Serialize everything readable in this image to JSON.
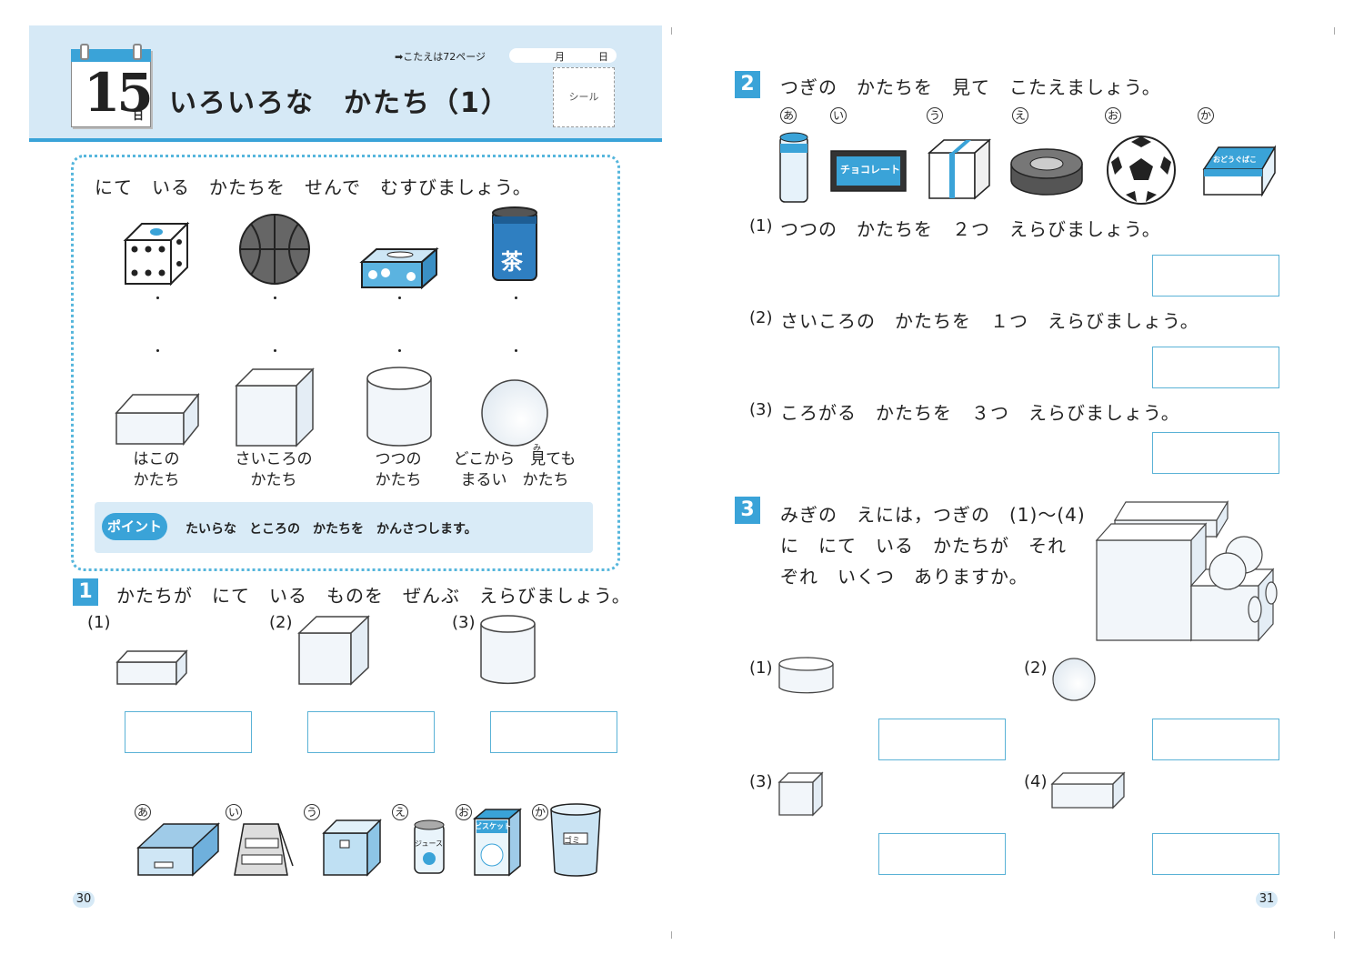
{
  "left_page": {
    "header": {
      "day_number": "15",
      "day_unit": "日",
      "title": "いろいろな　かたち（1）",
      "answer_ref": "➡こたえは72ページ",
      "month_label": "月",
      "day_label": "日",
      "seal_label": "シール"
    },
    "panel": {
      "instruction": "にて　いる　かたちを　せんで　むすびましょう。",
      "object_labels": {
        "tea_can": "茶"
      },
      "shapes": [
        {
          "line1": "はこの",
          "line2": "かたち"
        },
        {
          "line1": "さいころの",
          "line2": "かたち"
        },
        {
          "line1": "つつの",
          "line2": "かたち"
        },
        {
          "line1": "どこから　見ても",
          "line2": "まるい　かたち",
          "ruby": "み"
        }
      ],
      "point_badge": "ポイント",
      "point_text": "たいらな　ところの　かたちを　かんさつします。"
    },
    "q1": {
      "number": "1",
      "text": "かたちが　にて　いる　ものを　ぜんぶ　えらびましょう。",
      "parts": [
        "(1)",
        "(2)",
        "(3)"
      ],
      "item_labels": [
        "あ",
        "い",
        "う",
        "え",
        "お",
        "か"
      ],
      "item_texts": {
        "juice": "ジュース",
        "biscuit": "ビスケット",
        "trash": "ゴミ"
      }
    },
    "page_number": "30"
  },
  "right_page": {
    "q2": {
      "number": "2",
      "text": "つぎの　かたちを　見て　こたえましょう。",
      "item_labels": [
        "あ",
        "い",
        "う",
        "え",
        "お",
        "か"
      ],
      "item_texts": {
        "chocolate": "チョコレート",
        "box": "おどうぐばこ"
      },
      "subs": [
        {
          "label": "(1)",
          "text": "つつの　かたちを　２つ　えらびましょう。"
        },
        {
          "label": "(2)",
          "text": "さいころの　かたちを　１つ　えらびましょう。"
        },
        {
          "label": "(3)",
          "text": "ころがる　かたちを　３つ　えらびましょう。"
        }
      ]
    },
    "q3": {
      "number": "3",
      "line1": "みぎの　えには，つぎの　(1)〜(4)",
      "line2": "に　にて　いる　かたちが　それ",
      "line3": "ぞれ　いくつ　ありますか。",
      "parts": [
        "(1)",
        "(2)",
        "(3)",
        "(4)"
      ]
    },
    "page_number": "31"
  },
  "colors": {
    "accent": "#3aa3d8",
    "header_bg": "#d6e9f6",
    "box_border": "#5ab2d6"
  }
}
